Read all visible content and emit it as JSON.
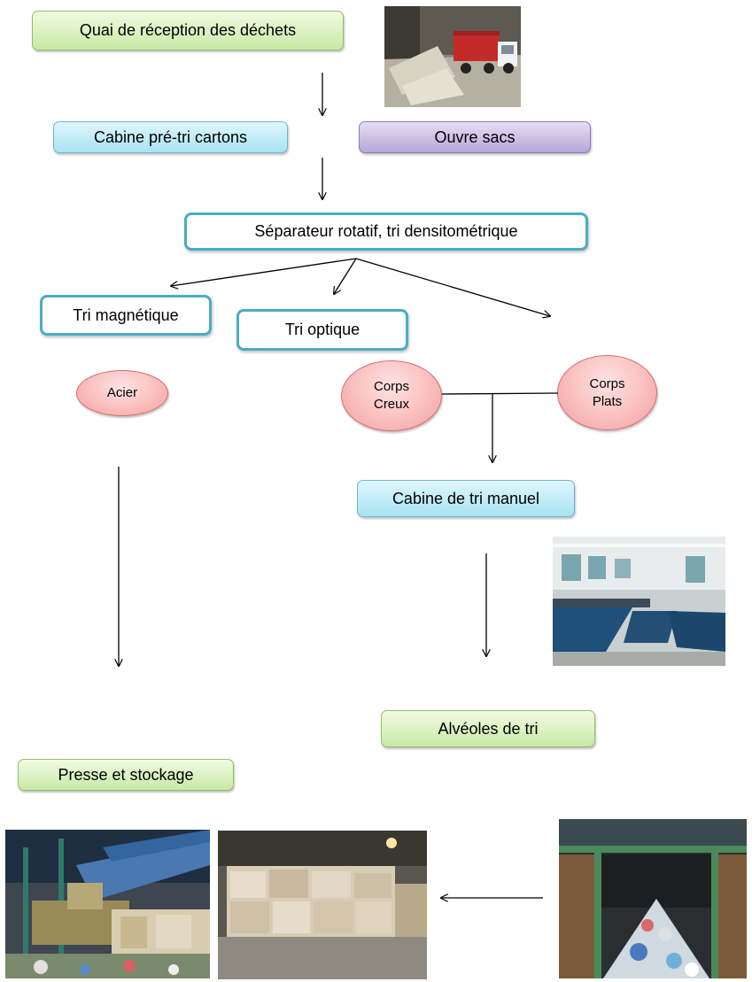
{
  "boxes": {
    "quai": "Quai de réception des déchets",
    "cabine_pretri": "Cabine pré-tri cartons",
    "ouvre_sacs": "Ouvre sacs",
    "separateur": "Séparateur rotatif, tri densitométrique",
    "tri_magnetique": "Tri magnétique",
    "tri_optique": "Tri optique",
    "cabine_manuel": "Cabine de tri manuel",
    "alveoles": "Alvéoles de tri",
    "presse": "Presse  et stockage"
  },
  "ellipses": {
    "acier": "Acier",
    "corps_creux_line1": "Corps",
    "corps_creux_line2": "Creux",
    "corps_plats_line1": "Corps",
    "corps_plats_line2": "Plats"
  },
  "colors": {
    "green_fill": "#c7e9a6",
    "blue_fill": "#a8e3f3",
    "purple_fill": "#b7a6d9",
    "outline_border": "#4bacc6",
    "ellipse_fill": "#f5a0a0"
  }
}
